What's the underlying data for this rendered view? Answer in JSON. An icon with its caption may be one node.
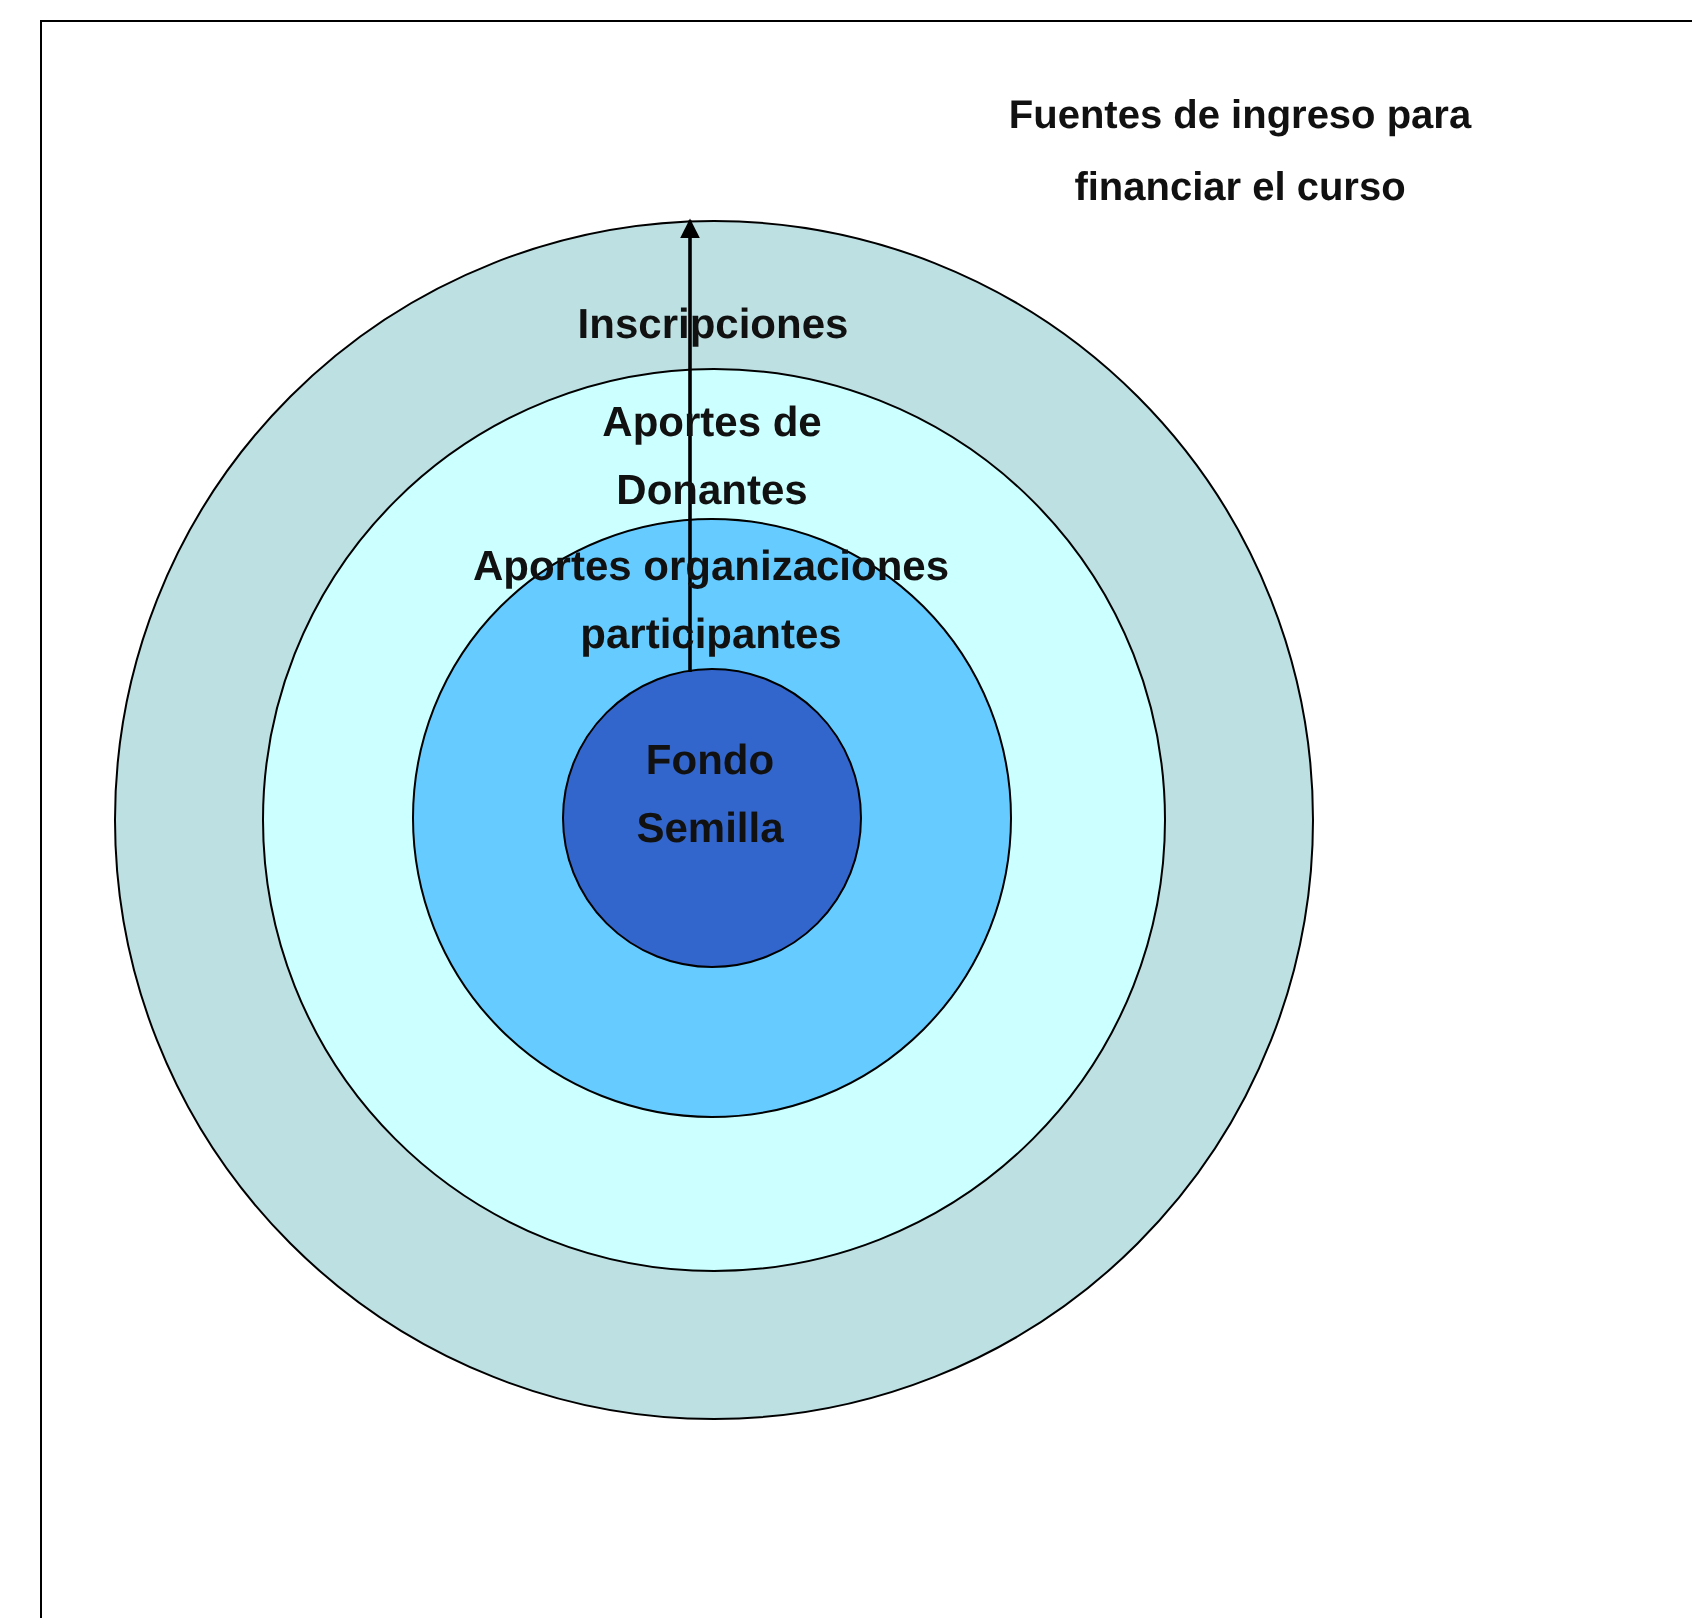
{
  "diagram": {
    "title": "Fuentes de ingreso para financiar el curso",
    "nodes": [
      {
        "text": [
          "Inscripciones"
        ]
      },
      {
        "text": [
          "Aportes de Donantes"
        ],
        "in": 0
      },
      {
        "text": [
          "Aportes organizaciones participantes"
        ],
        "in": 1
      },
      {
        "text": [
          "Fondo Semilla"
        ],
        "in": 2
      }
    ],
    "edges": [
      {
        "from": 3,
        "to": 0,
        "arrow": "to"
      }
    ]
  }
}
